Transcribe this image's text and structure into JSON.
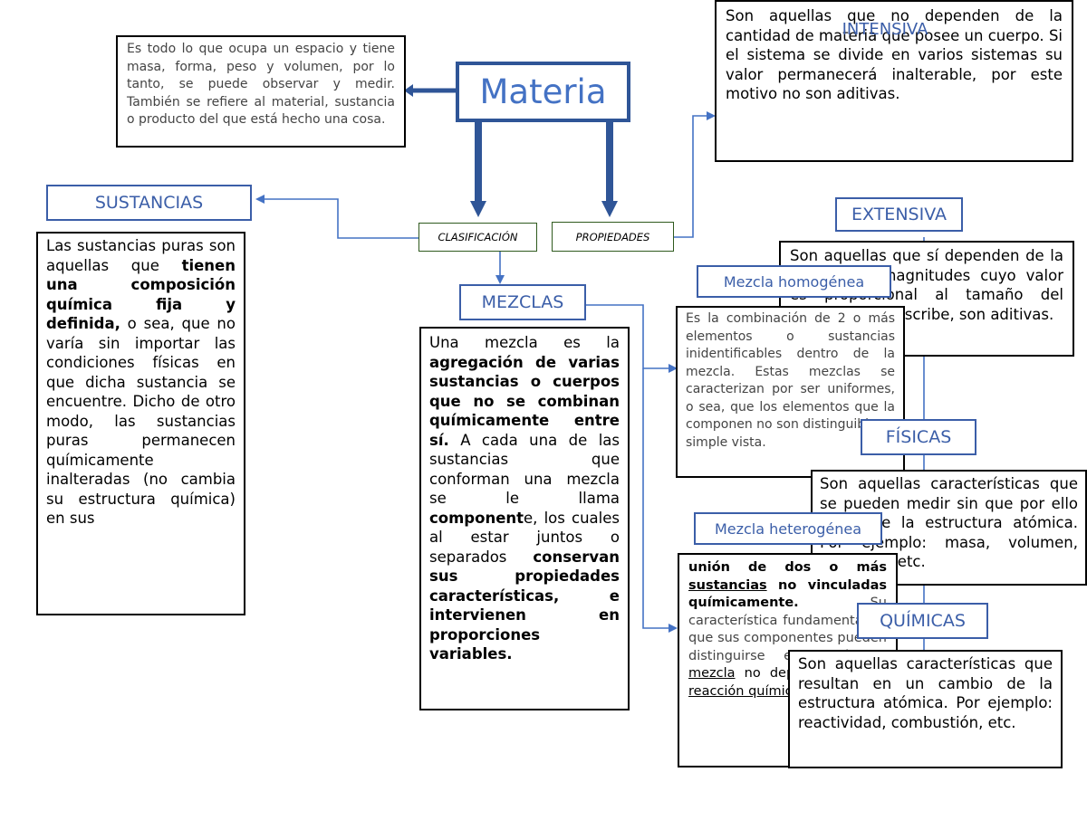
{
  "materia": {
    "title": "Materia",
    "definition": "Es todo lo que ocupa un espacio y tiene masa, forma, peso y volumen, por lo tanto, se puede observar y medir. También se refiere al material, sustancia o producto del que está hecho una cosa."
  },
  "clasificacion": "CLASIFICACIÓN",
  "propiedades": "PROPIEDADES",
  "sustancias": {
    "title": "SUSTANCIAS",
    "t1": "Las sustancias puras son aquellas que ",
    "b1": "tienen una composición química fija y definida,",
    "t2": " o sea, que no varía sin importar las condiciones físicas en que dicha sustancia se encuentre. Dicho de otro modo, las sustancias puras permanecen químicamente inalteradas (no cambia su estructura química) en sus"
  },
  "mezclas": {
    "title": "MEZCLAS",
    "t1": "Una mezcla es la ",
    "b1": "agregación de varias sustancias o cuerpos que no se combinan químicamente entre sí.",
    "t2": " A cada una de las sustancias que conforman una mezcla se le llama ",
    "b2": "component",
    "t3": "e, los cuales al estar juntos o separados ",
    "b3": "conservan sus propiedades características, e intervienen en proporciones variables."
  },
  "homogenea": {
    "title": "Mezcla homogénea",
    "text": "Es la combinación de 2 o más elementos o sustancias inidentificables dentro de la mezcla. Estas mezclas se caracterizan por ser uniformes, o sea, que los elementos que la componen no son distinguibles a simple vista."
  },
  "heterogenea": {
    "title": "Mezcla heterogénea",
    "b1": "unión de dos o más ",
    "u1": "sustancias",
    "b2": " no vinculadas químicamente.",
    "t1": " Su característica fundamental es que sus componentes pueden distinguirse entre sí. ",
    "t2": "de ",
    "u2": "mezcla",
    "t3": " no depende de una ",
    "u3": "reacción química"
  },
  "intensiva": {
    "title": "INTENSIVA",
    "text": "Son aquellas que no dependen de la cantidad de materia que posee un cuerpo. Si el sistema se divide en varios sistemas su valor permanecerá inalterable, por este motivo no son aditivas."
  },
  "extensiva": {
    "title": "EXTENSIVA",
    "text": "Son aquellas que sí dependen de la masa, son magnitudes cuyo valor es proporcional al tamaño del sistema que describe, son aditivas."
  },
  "fisicas": {
    "title": "FÍSICAS",
    "text": "Son aquellas características que se pueden medir sin que por ello se altere la estructura atómica. Por ejemplo: masa, volumen, densidad, etc."
  },
  "quimicas": {
    "title": "QUÍMICAS",
    "text": "Son aquellas características que resultan en un cambio de la estructura atómica. Por ejemplo: reactividad, combustión, etc."
  }
}
